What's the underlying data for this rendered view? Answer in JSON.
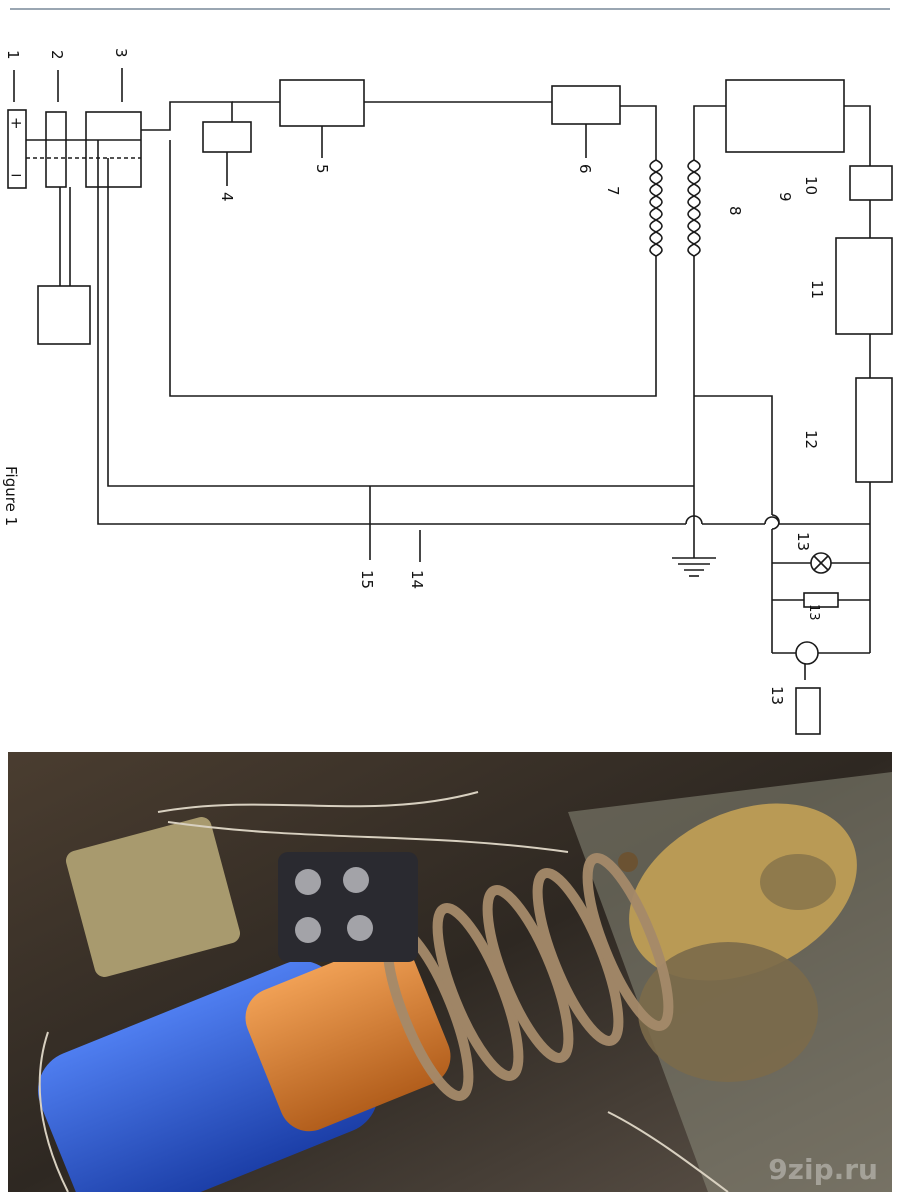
{
  "diagram": {
    "figure_caption": "Figure 1",
    "polarity": {
      "plus": "+",
      "minus": "−"
    },
    "labels": {
      "n1": "1",
      "n2": "2",
      "n3": "3",
      "n4": "4",
      "n5": "5",
      "n6": "6",
      "n7": "7",
      "n8": "8",
      "n9": "9",
      "n10": "10",
      "n11": "11",
      "n12": "12",
      "n13a": "13",
      "n13b": "13",
      "n13c": "13",
      "n14": "14",
      "n15": "15"
    }
  },
  "photo": {
    "watermark": "9zip.ru"
  },
  "colors": {
    "line": "#1a1a1a",
    "rule": "#9aa6b2",
    "coil_blue": "#2a56c8",
    "coil_copper": "#d9792e",
    "brass": "#b99a55"
  }
}
